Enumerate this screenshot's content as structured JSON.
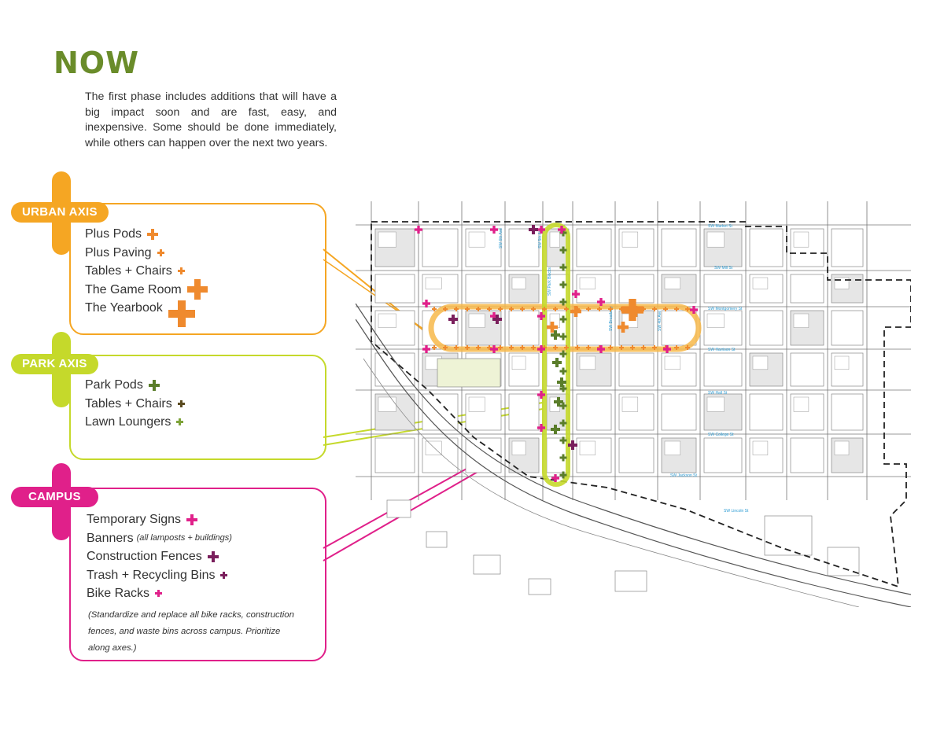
{
  "title": "NOW",
  "intro": "The  first phase includes additions that will have a big impact soon and are fast, easy, and inexpensive. Some should be done immediately, while others can happen over the next two years.",
  "colors": {
    "title_green": "#6a8c2a",
    "urban_orange": "#f5a623",
    "urban_plus_orange": "#ef8a2e",
    "park_lime": "#c5d92b",
    "park_dark_green": "#5a7d2a",
    "campus_magenta": "#e0208a",
    "campus_purple": "#7a1f5c"
  },
  "urban_axis": {
    "label": "URBAN AXIS",
    "items": [
      {
        "label": "Plus Pods",
        "icon": "plus-icon"
      },
      {
        "label": "Plus Paving",
        "icon": "plus-icon"
      },
      {
        "label": "Tables + Chairs",
        "icon": "plus-icon"
      },
      {
        "label": "The Game Room",
        "icon": "plus-icon"
      },
      {
        "label": "The Yearbook",
        "icon": "plus-icon"
      }
    ]
  },
  "park_axis": {
    "label": "PARK AXIS",
    "items": [
      {
        "label": "Park Pods",
        "icon": "plus-icon"
      },
      {
        "label": "Tables + Chairs",
        "icon": "plus-icon"
      },
      {
        "label": "Lawn Loungers",
        "icon": "plus-icon"
      }
    ]
  },
  "campus": {
    "label": "CAMPUS",
    "items": [
      {
        "label": "Temporary Signs",
        "icon": "plus-icon"
      },
      {
        "label": "Banners",
        "note": "(all lamposts + buildings)"
      },
      {
        "label": "Construction Fences",
        "icon": "plus-icon"
      },
      {
        "label": "Trash + Recycling Bins",
        "icon": "plus-icon"
      },
      {
        "label": "Bike Racks",
        "icon": "plus-icon"
      }
    ],
    "note": "(Standardize and replace all bike racks, construction fences, and waste bins across campus. Prioritize along axes.)"
  },
  "map": {
    "street_labels": [
      "SW Market St",
      "SW Mill St",
      "SW Montgomery St",
      "SW Harrison St",
      "SW Hall St",
      "SW College St",
      "SW Jackson St",
      "SW Lincoln St",
      "SW 6th Ave",
      "SW 5th Ave",
      "SW Broadway",
      "SW 4th Ave",
      "SW Park Blocks"
    ]
  }
}
